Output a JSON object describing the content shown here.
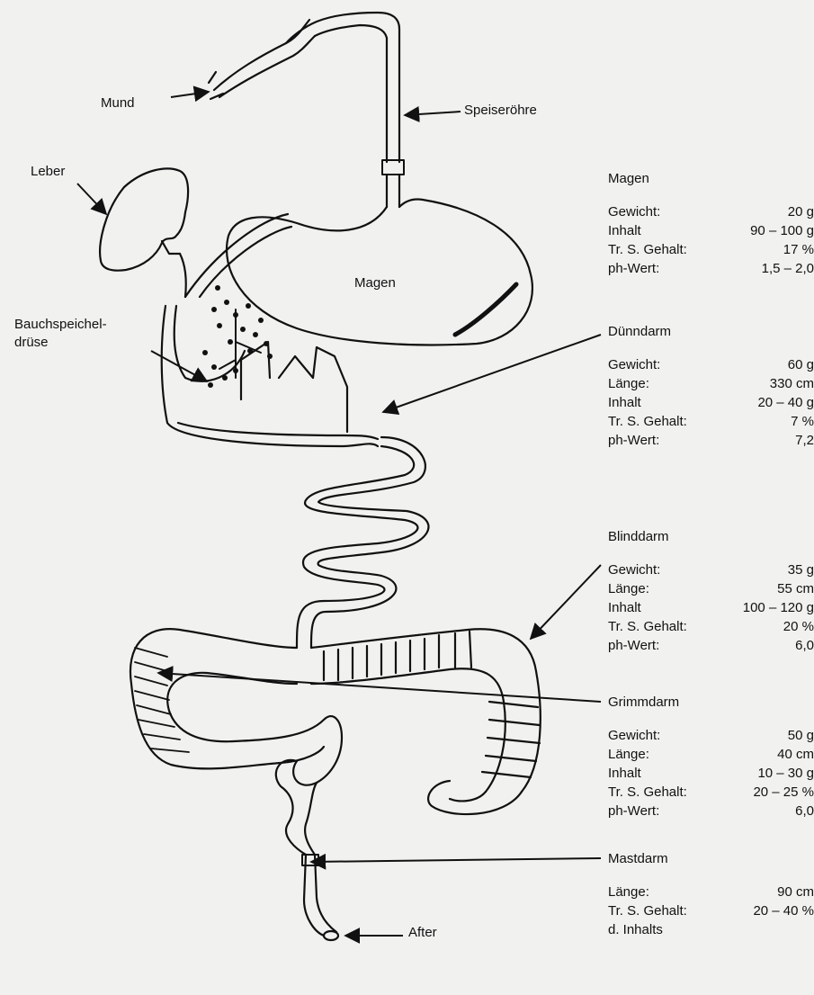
{
  "labels": {
    "mund": "Mund",
    "speiseroehre": "Speiseröhre",
    "leber": "Leber",
    "magen_organ": "Magen",
    "bauchspeichel_line1": "Bauchspeichel-",
    "bauchspeichel_line2": "drüse",
    "after": "After"
  },
  "sections": [
    {
      "title": "Magen",
      "rows": [
        {
          "key": "Gewicht:",
          "value": "20 g"
        },
        {
          "key": "Inhalt",
          "value": "90 – 100 g"
        },
        {
          "key": "Tr. S. Gehalt:",
          "value": "17 %"
        },
        {
          "key": "ph-Wert:",
          "value": "1,5 – 2,0"
        }
      ]
    },
    {
      "title": "Dünndarm",
      "rows": [
        {
          "key": "Gewicht:",
          "value": "60 g"
        },
        {
          "key": "Länge:",
          "value": "330 cm"
        },
        {
          "key": "Inhalt",
          "value": "20 – 40 g"
        },
        {
          "key": "Tr. S. Gehalt:",
          "value": "7 %"
        },
        {
          "key": "ph-Wert:",
          "value": "7,2"
        }
      ]
    },
    {
      "title": "Blinddarm",
      "rows": [
        {
          "key": "Gewicht:",
          "value": "35 g"
        },
        {
          "key": "Länge:",
          "value": "55 cm"
        },
        {
          "key": "Inhalt",
          "value": "100 – 120 g"
        },
        {
          "key": "Tr. S. Gehalt:",
          "value": "20 %"
        },
        {
          "key": "ph-Wert:",
          "value": "6,0"
        }
      ]
    },
    {
      "title": "Grimmdarm",
      "rows": [
        {
          "key": "Gewicht:",
          "value": "50 g"
        },
        {
          "key": "Länge:",
          "value": "40 cm"
        },
        {
          "key": "Inhalt",
          "value": "10 – 30 g"
        },
        {
          "key": "Tr. S. Gehalt:",
          "value": "20 – 25 %"
        },
        {
          "key": "ph-Wert:",
          "value": "6,0"
        }
      ]
    },
    {
      "title": "Mastdarm",
      "rows": [
        {
          "key": "Länge:",
          "value": "90 cm"
        },
        {
          "key": "Tr. S. Gehalt:",
          "value": "20 – 40 %"
        },
        {
          "key": "d. Inhalts",
          "value": ""
        }
      ]
    }
  ]
}
